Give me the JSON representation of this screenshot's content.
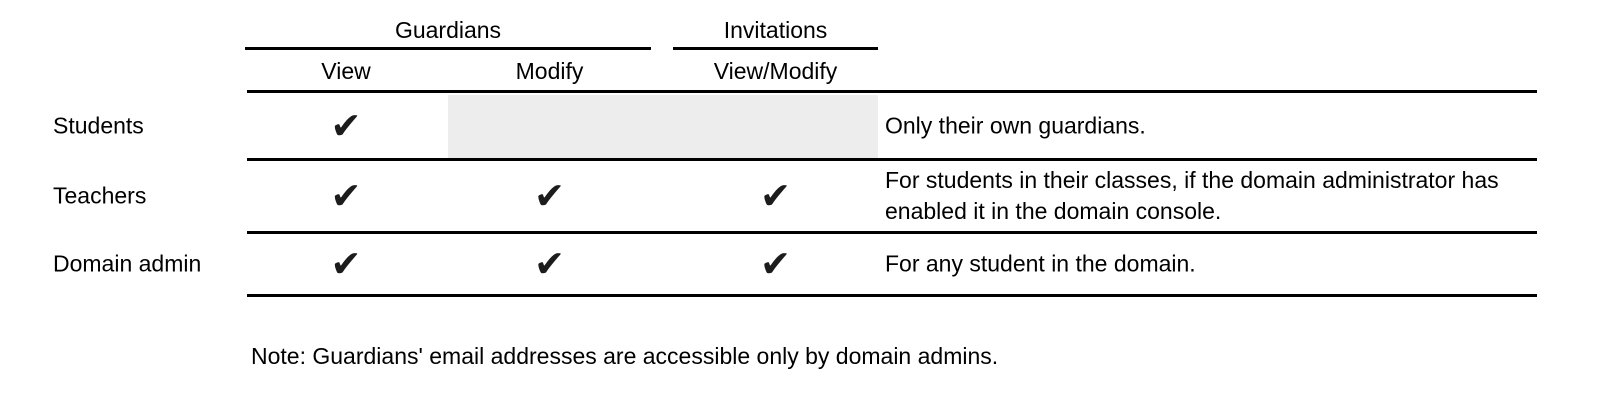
{
  "table": {
    "column_groups": [
      {
        "label": "Guardians"
      },
      {
        "label": "Invitations"
      }
    ],
    "columns": {
      "view": "View",
      "modify": "Modify",
      "view_modify": "View/Modify"
    },
    "rows": [
      {
        "label": "Students",
        "view_check": "✔",
        "modify_check": "",
        "view_modify_check": "",
        "note": "Only their own guardians."
      },
      {
        "label": "Teachers",
        "view_check": "✔",
        "modify_check": "✔",
        "view_modify_check": "✔",
        "note": "For students in their classes, if the domain administrator has enabled it in the domain console."
      },
      {
        "label": "Domain admin",
        "view_check": "✔",
        "modify_check": "✔",
        "view_modify_check": "✔",
        "note": "For any student in the domain."
      }
    ]
  },
  "footnote": "Note: Guardians' email addresses are accessible only by domain admins.",
  "colors": {
    "text": "#000000",
    "rule": "#000000",
    "check": "#1c1c1c",
    "disabled_cell_background": "#ededed",
    "page_background": "#ffffff"
  }
}
